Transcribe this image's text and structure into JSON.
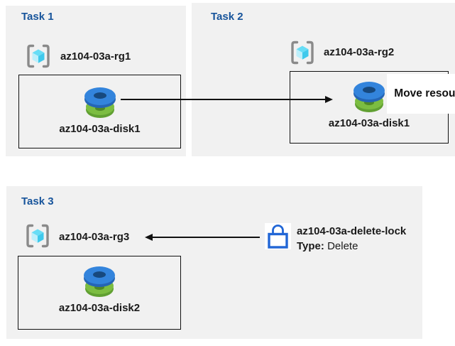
{
  "colors": {
    "panel_bg": "#f1f1f1",
    "title_blue": "#17549b",
    "text_black": "#1a1a1a",
    "disk_blue": "#3384dc",
    "disk_green": "#7cbd41",
    "lock_blue": "#2166d6",
    "bracket_gray": "#8a8a8a",
    "cube_cyan": "#3fc9ec"
  },
  "tasks": {
    "task1": {
      "title": "Task 1",
      "resource_group": "az104-03a-rg1",
      "disk": "az104-03a-disk1"
    },
    "task2": {
      "title": "Task 2",
      "resource_group": "az104-03a-rg2",
      "disk": "az104-03a-disk1"
    },
    "task3": {
      "title": "Task 3",
      "resource_group": "az104-03a-rg3",
      "disk": "az104-03a-disk2"
    }
  },
  "annotations": {
    "move_label": "Move resource",
    "lock_name": "az104-03a-delete-lock",
    "lock_type_label": "Type:",
    "lock_type_value": "Delete"
  },
  "icons": {
    "resource_group": "resource-group-icon",
    "disk": "disk-icon",
    "lock": "lock-icon"
  }
}
